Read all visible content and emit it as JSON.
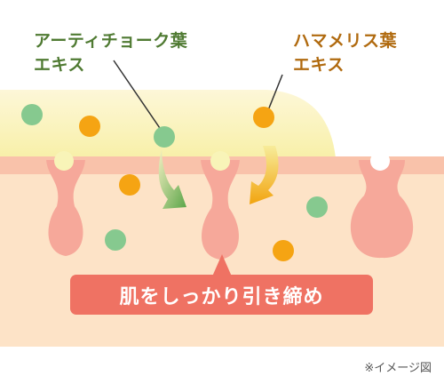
{
  "labels": {
    "artichoke": "アーティチョーク葉\nエキス",
    "hamamelis": "ハマメリス葉\nエキス"
  },
  "caption": "肌をしっかり引き締め",
  "note": "※イメージ図",
  "colors": {
    "skin": "#fde3c7",
    "skin_surface": "#f9c2aa",
    "pore": "#f6a89a",
    "green_dot": "#86c98f",
    "orange_dot": "#f5a413",
    "green_label": "#4f7a32",
    "orange_label": "#b06a0f",
    "caption_bg": "#ef7263",
    "glow": "#fbf5c8"
  }
}
